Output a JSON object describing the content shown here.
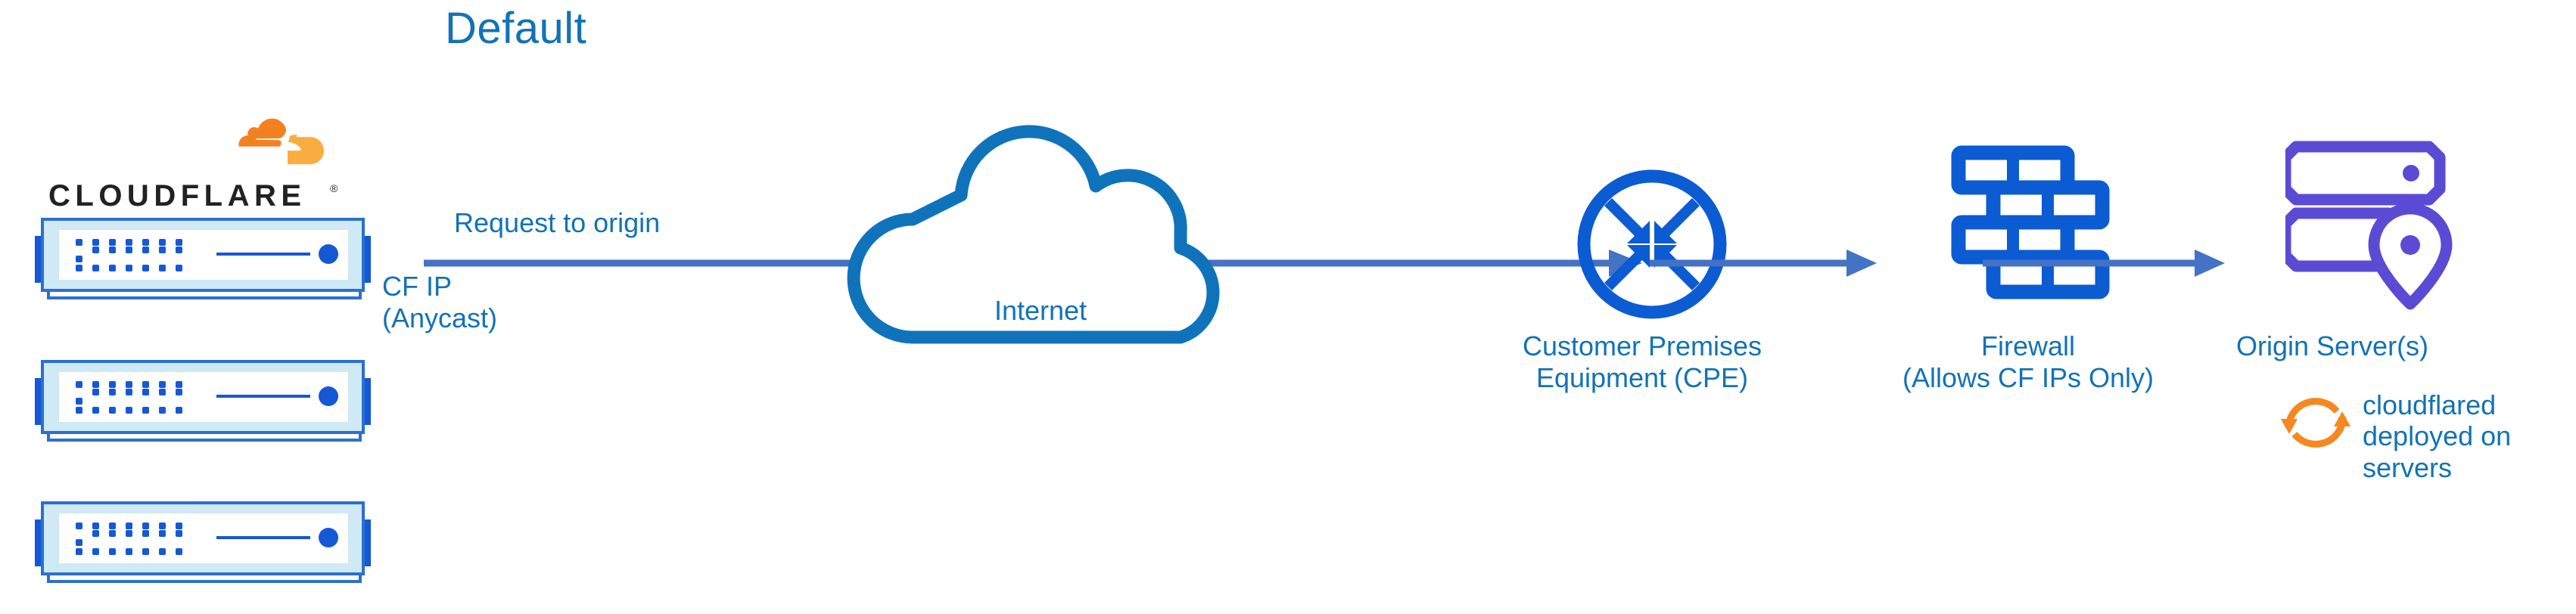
{
  "diagram": {
    "title": "Default",
    "type": "network-architecture-diagram",
    "background": "#ffffff"
  },
  "colors": {
    "title_blue": "#1272B6",
    "label_blue": "#1272B6",
    "arrow_blue": "#4472C4",
    "icon_blue": "#0B5BD3",
    "cloud_outline_blue": "#0F73BC",
    "server_purple": "#5B4BD4",
    "cloudflare_orange": "#F48120",
    "cloudflare_orange_light": "#FAAD3F",
    "wordmark_black": "#222222",
    "appliance_fill": "#CFE9F5"
  },
  "brand": {
    "logo_mark": "cloudflare-cloud-logo",
    "wordmark": "CLOUDFLARE",
    "trademark": "®"
  },
  "edge_stack": {
    "name": "cloudflare-edge-servers",
    "count": 3,
    "appliance_icon": "server-appliance-icon",
    "items": [
      {
        "id": "edge-server-1"
      },
      {
        "id": "edge-server-2"
      },
      {
        "id": "edge-server-3"
      }
    ]
  },
  "annotations": {
    "request_to_origin": "Request to origin",
    "cf_ip": "CF IP\n(Anycast)"
  },
  "nodes": [
    {
      "id": "internet",
      "label": "Internet",
      "icon": "cloud-outline-icon"
    },
    {
      "id": "cpe",
      "label": "Customer Premises\nEquipment (CPE)",
      "icon": "router-converging-arrows-icon"
    },
    {
      "id": "firewall",
      "label": "Firewall\n(Allows CF IPs Only)",
      "icon": "brick-wall-icon"
    },
    {
      "id": "origin-server",
      "label": "Origin Server(s)",
      "icon": "server-rack-location-pin-icon"
    }
  ],
  "origin_note": {
    "icon": "orange-sync-arrows-icon",
    "text": "cloudflared\ndeployed on\nservers"
  },
  "connectors": [
    {
      "id": "edge-to-cpe",
      "from": "cloudflare-edge",
      "to": "cpe",
      "style": "solid-arrow"
    },
    {
      "id": "cpe-to-firewall",
      "from": "cpe",
      "to": "firewall",
      "style": "solid-arrow"
    },
    {
      "id": "firewall-to-origin",
      "from": "firewall",
      "to": "origin-server",
      "style": "solid-arrow"
    }
  ]
}
